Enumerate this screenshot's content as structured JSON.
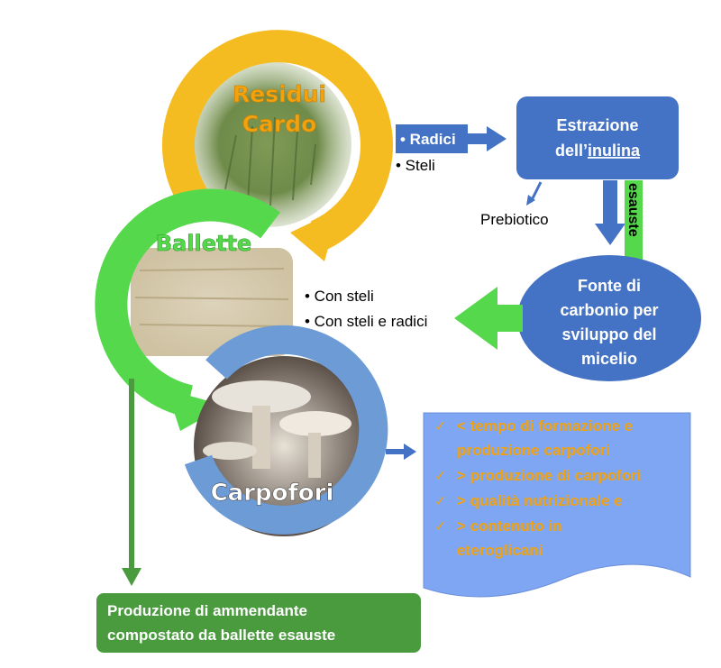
{
  "residui": {
    "line1": "Residui",
    "line2": "Cardo"
  },
  "ballette": {
    "title": "Ballette"
  },
  "carpofori": {
    "title": "Carpofori"
  },
  "radici_box": {
    "label": "• Radici"
  },
  "steli": {
    "label": "• Steli"
  },
  "estrazione": {
    "line1": "Estrazione",
    "line2_pre": "dell’",
    "line2_link": "inulina"
  },
  "prebiotico": {
    "label": "Prebiotico"
  },
  "esauste": {
    "label": "esauste"
  },
  "fonte": {
    "line1": "Fonte di",
    "line2": "carbonio per",
    "line3": "sviluppo del",
    "line4": "micelio"
  },
  "bullets": {
    "item1": "• Con steli",
    "item2": "• Con steli e radici"
  },
  "benefits": {
    "check": "✓",
    "item1_line1": "< tempo di formazione e",
    "item1_line2": "produzione carpofori",
    "item2": "> produzione di carpofori",
    "item3": "> qualità nutrizionale e",
    "item4_line1": "> contenuto in",
    "item4_line2": "eteroglicani"
  },
  "produzione": {
    "line1": "Produzione di ammendante",
    "line2": "compostato da ballette esauste"
  },
  "colors": {
    "yellow": "#F5BC21",
    "green": "#55D84B",
    "blue_ring": "#6C9BD6",
    "blue_box": "#4472C4",
    "dark_green": "#4A9A3E",
    "orange_text": "#F2A20F"
  }
}
